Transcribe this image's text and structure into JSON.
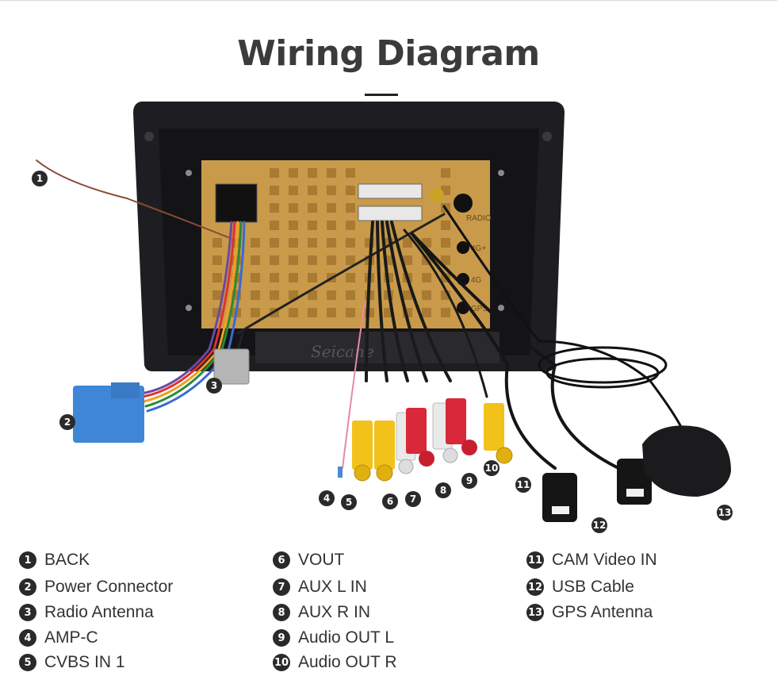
{
  "header": {
    "title": "Wiring Diagram"
  },
  "figure": {
    "watermark": "Seicane",
    "panel_labels": [
      "RADIO",
      "4G+",
      "4G",
      "GPS"
    ],
    "callouts": [
      "1",
      "2",
      "3",
      "4",
      "5",
      "6",
      "7",
      "8",
      "9",
      "10",
      "11",
      "12",
      "13"
    ]
  },
  "legend": {
    "columns": [
      [
        {
          "num": "1",
          "label": "BACK"
        },
        {
          "num": "2",
          "label": "Power Connector"
        },
        {
          "num": "3",
          "label": "Radio Antenna"
        },
        {
          "num": "4",
          "label": "AMP-C"
        },
        {
          "num": "5",
          "label": "CVBS IN 1"
        }
      ],
      [
        {
          "num": "6",
          "label": "VOUT"
        },
        {
          "num": "7",
          "label": "AUX L IN"
        },
        {
          "num": "8",
          "label": "AUX R IN"
        },
        {
          "num": "9",
          "label": "Audio OUT L"
        },
        {
          "num": "10",
          "label": "Audio OUT R"
        }
      ],
      [
        {
          "num": "11",
          "label": "CAM Video IN"
        },
        {
          "num": "12",
          "label": "USB Cable"
        },
        {
          "num": "13",
          "label": "GPS Antenna"
        }
      ]
    ]
  },
  "colors": {
    "heatsink": "#c89a4a",
    "housing": "#1e1e22",
    "connector_blue": "#3f86d6",
    "connector_grey": "#b5b5b5",
    "rca_yellow": "#f2c21b",
    "rca_white": "#e9e9e9",
    "rca_red": "#d8283a",
    "badge": "#2a2a2a"
  }
}
